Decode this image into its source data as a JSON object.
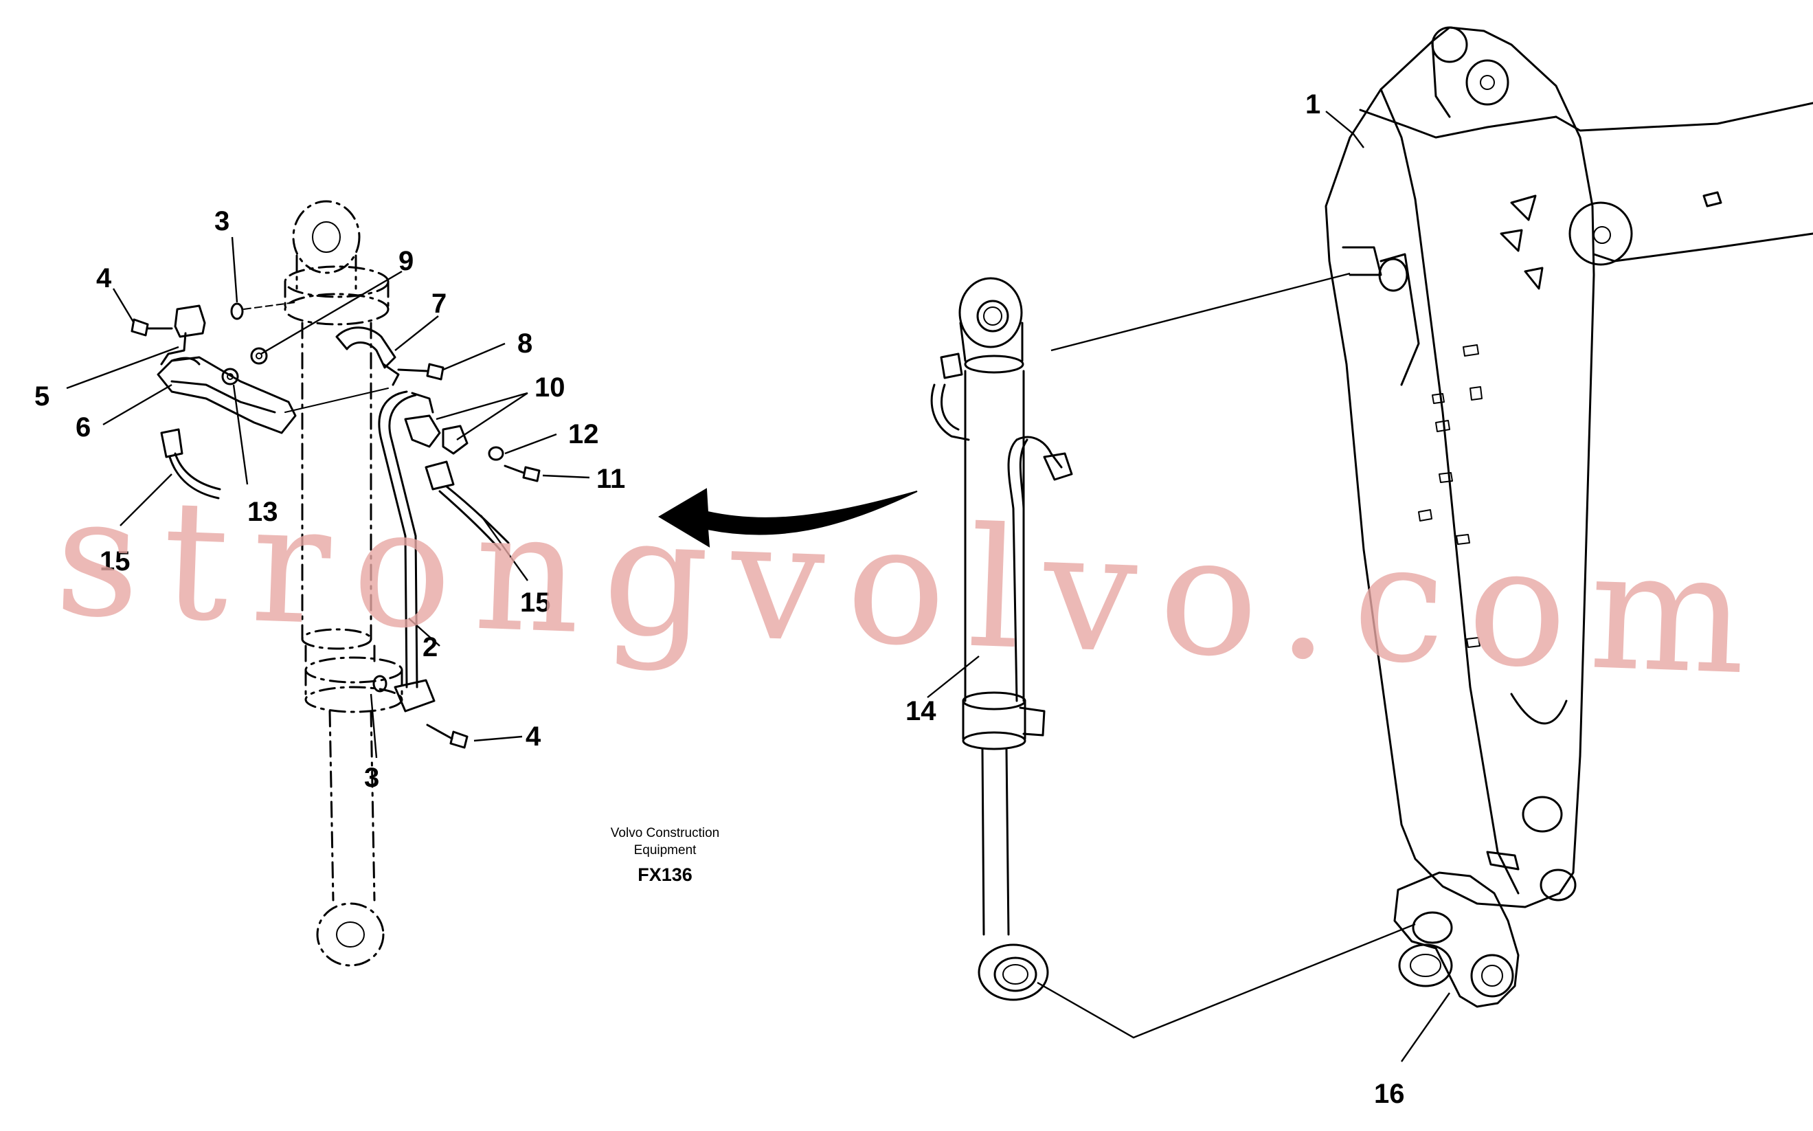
{
  "figure": {
    "caption_line1": "Volvo Construction",
    "caption_line2": "Equipment",
    "caption_code": "FX136"
  },
  "watermark": "strongvolvo.com",
  "callouts": {
    "c1": "1",
    "c2": "2",
    "c3a": "3",
    "c3b": "3",
    "c4a": "4",
    "c4b": "4",
    "c5": "5",
    "c6": "6",
    "c7": "7",
    "c8": "8",
    "c9": "9",
    "c10": "10",
    "c11": "11",
    "c12": "12",
    "c13": "13",
    "c14": "14",
    "c15a": "15",
    "c15b": "15",
    "c16": "16"
  },
  "colors": {
    "line": "#000000",
    "watermark": "#e7a8a4",
    "background": "#ffffff"
  }
}
